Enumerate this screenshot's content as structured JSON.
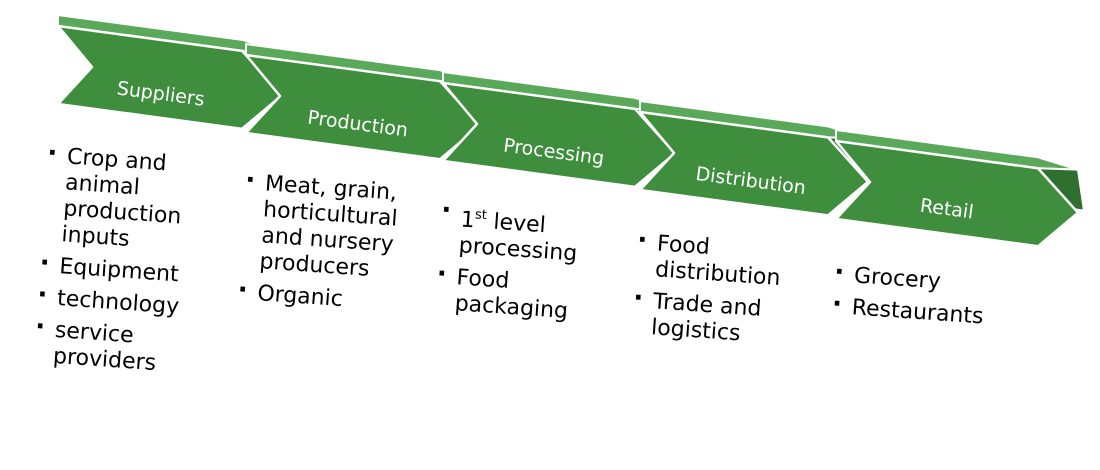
{
  "colors": {
    "chevron_face": "#3e8e3e",
    "chevron_top": "#5aa85a",
    "chevron_side": "#2f6f2f",
    "border": "#ffffff",
    "text": "#000000"
  },
  "stages": [
    {
      "label": "Suppliers",
      "items": [
        {
          "text": "Crop and animal production inputs"
        },
        {
          "text": "Equipment"
        },
        {
          "text": "technology"
        },
        {
          "text": " service providers"
        }
      ]
    },
    {
      "label": "Production",
      "items": [
        {
          "text": "Meat, grain, horticultural and nursery producers"
        },
        {
          "text": "Organic"
        }
      ]
    },
    {
      "label": "Processing",
      "items": [
        {
          "pre": "1",
          "sup": "st",
          "post": " level processing"
        },
        {
          "text": "Food packaging"
        }
      ]
    },
    {
      "label": "Distribution",
      "items": [
        {
          "text": "Food distribution"
        },
        {
          "text": "Trade and logistics"
        }
      ]
    },
    {
      "label": "Retail",
      "items": [
        {
          "text": "Grocery"
        },
        {
          "text": "Restaurants"
        }
      ]
    }
  ]
}
